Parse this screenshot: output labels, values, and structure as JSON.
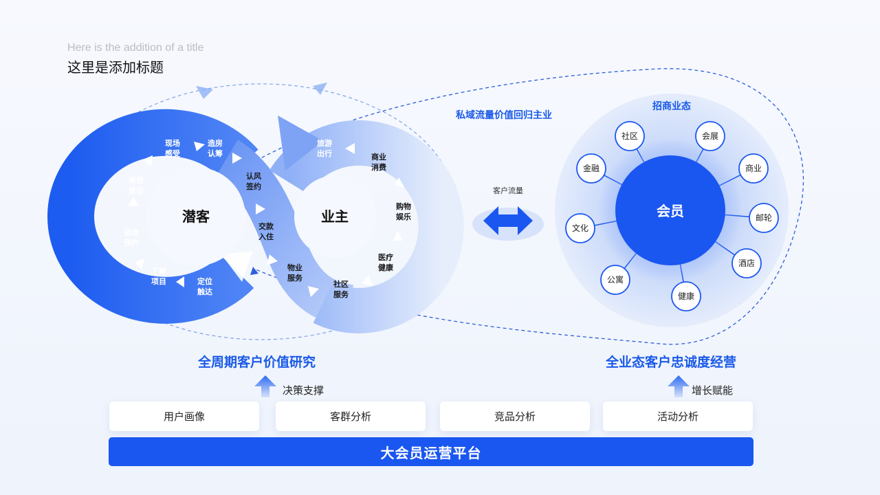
{
  "header": {
    "subtitle_en": "Here is the addition of a title",
    "title_cn": "这里是添加标题"
  },
  "loop": {
    "left_center": "潜客",
    "right_center": "业主",
    "left_steps": [
      {
        "l1": "现场",
        "l2": "感受"
      },
      {
        "l1": "造房",
        "l2": "认筹"
      },
      {
        "l1": "来访",
        "l2": "登记"
      },
      {
        "l1": "咨询",
        "l2": "预约"
      },
      {
        "l1": "了解",
        "l2": "项目"
      },
      {
        "l1": "定位",
        "l2": "触达"
      }
    ],
    "middle_steps": [
      {
        "l1": "认风",
        "l2": "签约"
      },
      {
        "l1": "交款",
        "l2": "入住"
      },
      {
        "l1": "物业",
        "l2": "服务"
      }
    ],
    "right_steps": [
      {
        "l1": "旅游",
        "l2": "出行"
      },
      {
        "l1": "商业",
        "l2": "消费"
      },
      {
        "l1": "购物",
        "l2": "娱乐"
      },
      {
        "l1": "医疗",
        "l2": "健康"
      },
      {
        "l1": "社区",
        "l2": "服务"
      }
    ]
  },
  "flow": {
    "top_label": "私域流量价值回归主业",
    "arrow_label": "客户流量"
  },
  "business": {
    "title": "招商业态",
    "center": "会员",
    "nodes": [
      "社区",
      "会展",
      "商业",
      "邮轮",
      "酒店",
      "健康",
      "公寓",
      "文化",
      "金融"
    ]
  },
  "left_column": {
    "title": "全周期客户价值研究",
    "support": "决策支撑"
  },
  "right_column": {
    "title": "全业态客户忠诚度经营",
    "support": "增长赋能"
  },
  "cards": [
    "用户画像",
    "客群分析",
    "竞品分析",
    "活动分析"
  ],
  "platform": "大会员运营平台",
  "colors": {
    "primary": "#1a56f0",
    "light": "#dbe6fc",
    "accent_text": "#1a5ae8"
  }
}
